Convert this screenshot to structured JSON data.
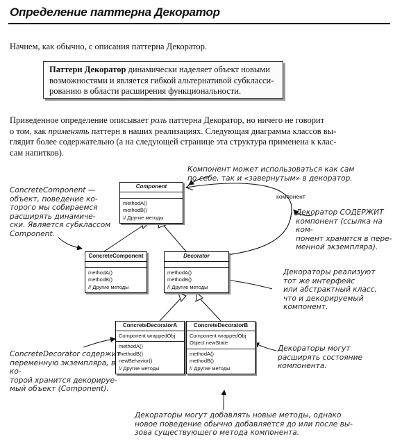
{
  "header": {
    "title": "Определение паттерна Декоратор"
  },
  "intro": "Начнем, как обычно, с описания паттерна Декоратор.",
  "definition": {
    "name": "Паттерн Декоратор",
    "line1_rest": " динамически наделяет объект новыми",
    "line2": "возможностями и является гибкой альтернативой субкласси-",
    "line3": "рованию в области расширения функциональности."
  },
  "paragraph": {
    "l1a": "Приведенное определение описывает ",
    "l1b": "роль",
    "l1c": " паттерна Декоратор, но ничего не говорит",
    "l2a": "о том, как ",
    "l2b": "применять",
    "l2c": " паттерн в наших реализациях. Следующая диаграмма классов вы-",
    "l3": "глядит более содержательно (а на следующей странице эта структура применена к клас-",
    "l4": "сам напитков)."
  },
  "annotations": {
    "top_l1": "Компонент может использоваться как сам",
    "top_l2": "по себе, так и «завернутым» в декоратор.",
    "component_label": "компонент",
    "cc_l1": "ConcreteComponent  —",
    "cc_l2": "объект, поведение ко-",
    "cc_l3": "торого мы собираемся",
    "cc_l4": "расширять динамиче-",
    "cc_l5": "ски. Является субклассом",
    "cc_l6": "Component.",
    "has_l1": "Декоратор СОДЕРЖИТ",
    "has_l2": "компонент (ссылка на ком-",
    "has_l3": "понент хранится в пере-",
    "has_l4": "менной экземпляра).",
    "impl_l1": "Декораторы реализуют",
    "impl_l2": "тот же интерфейс",
    "impl_l3": "или абстрактный класс,",
    "impl_l4": "что и декорируемый",
    "impl_l5": "компонент.",
    "cd_l1": "ConcreteDecorator содержит",
    "cd_l2": "переменную экземпляра, в ко-",
    "cd_l3": "торой хранится декорируе-",
    "cd_l4": "мый объект (Component).",
    "state_l1": "Декораторы могут",
    "state_l2": "расширять состояние",
    "state_l3": "компонента.",
    "bottom_l1": "Декораторы могут добавлять новые методы, однако",
    "bottom_l2": "новое поведение обычно добавляется до или после вы-",
    "bottom_l3": "зова существующего метода компонента."
  },
  "classes": {
    "component": {
      "name": "Component",
      "m1": "methodA()",
      "m2": "methodB()",
      "m3": "// Другие методы"
    },
    "concrete_component": {
      "name": "ConcreteComponent",
      "m1": "methodA()",
      "m2": "methodB()",
      "m3": "// Другие методы"
    },
    "decorator": {
      "name": "Decorator",
      "m1": "methodA()",
      "m2": "methodB()",
      "m3": "// Другие методы"
    },
    "decorator_a": {
      "name": "ConcreteDecoratorA",
      "f1": "Component wrappedObj",
      "m1": "methodA()",
      "m2": "methodB()",
      "m3": "newBehavior()",
      "m4": "// Другие методы"
    },
    "decorator_b": {
      "name": "ConcreteDecoratorB",
      "f1": "Component wrappedObj",
      "f2": "Object newState",
      "m1": "methodA()",
      "m2": "methodB()",
      "m3": "// Другие методы"
    }
  }
}
